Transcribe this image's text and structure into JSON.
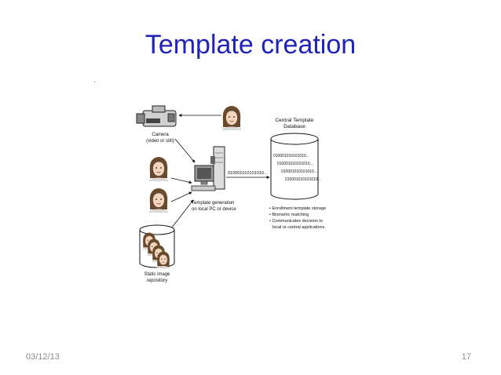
{
  "slide": {
    "title": "Template creation",
    "stray_mark": "."
  },
  "diagram": {
    "camera_label_1": "Camera",
    "camera_label_2": "(video or still)",
    "database_title_1": "Central Template",
    "database_title_2": "Database",
    "binary_lines": [
      "010001010101010...",
      "010001010101010...",
      "010001010101010...",
      "010001010101010..."
    ],
    "transfer_bits": "010001010101010...",
    "pc_label_1": "Template generation",
    "pc_label_2": "on local PC or device",
    "repository_label_1": "Static image",
    "repository_label_2": "repository",
    "bullets": [
      "• Enrollment template storage",
      "• Biometric matching",
      "• Communicates decision to",
      "local or central applications"
    ]
  },
  "footer": {
    "date": "03/12/13",
    "page": "17"
  }
}
